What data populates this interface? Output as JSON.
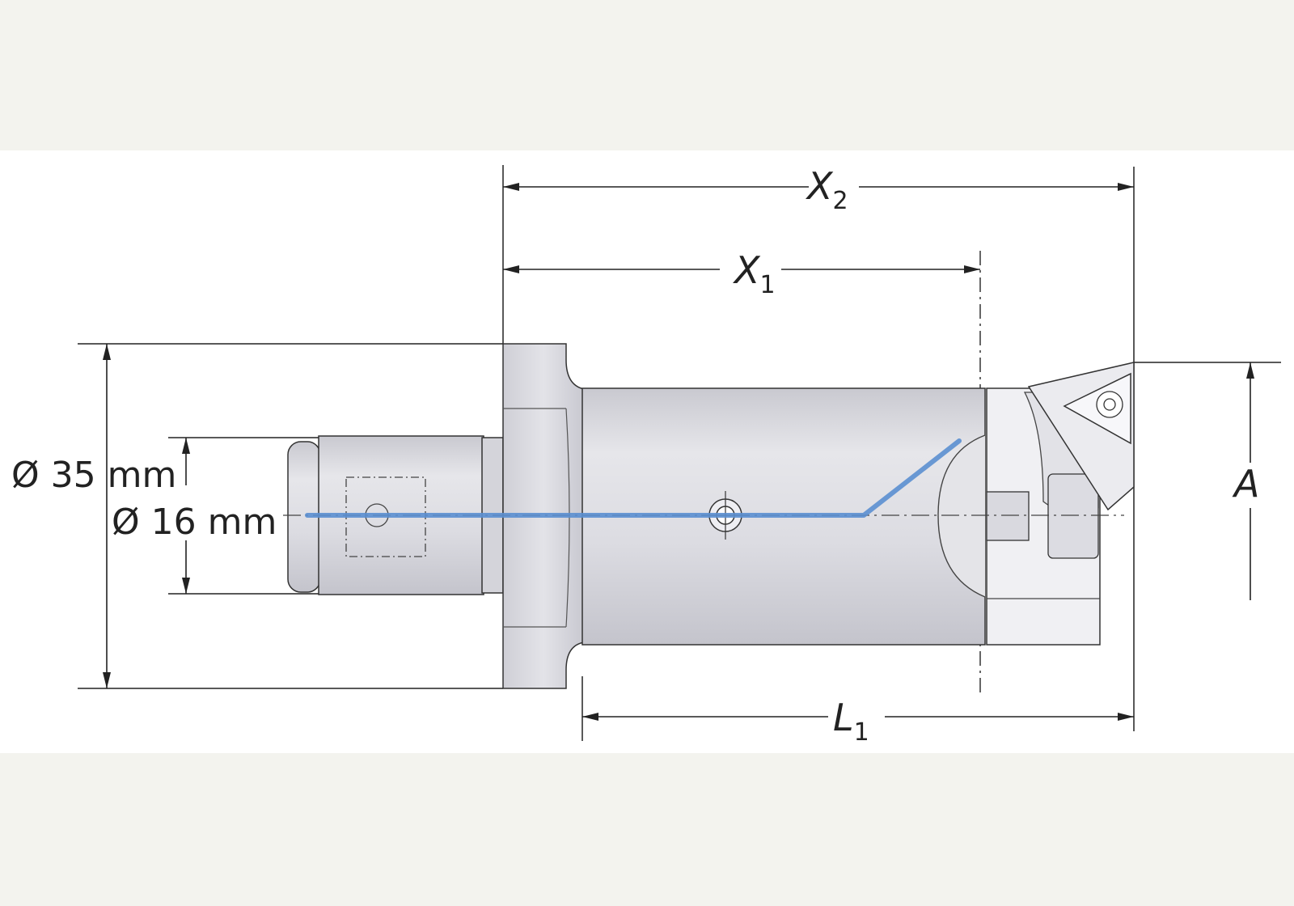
{
  "colors": {
    "background": "#f3f3ee",
    "panel": "#ffffff",
    "body_fill": "#dcdce2",
    "coolant": "#5b8fd0",
    "lines": "#222222"
  },
  "labels": {
    "outer_diameter": "Ø 35 mm",
    "inner_diameter": "Ø 16 mm",
    "x2": {
      "main": "X",
      "sub": "2"
    },
    "x1": {
      "main": "X",
      "sub": "1"
    },
    "l1": {
      "main": "L",
      "sub": "1"
    },
    "a": {
      "main": "A"
    }
  }
}
